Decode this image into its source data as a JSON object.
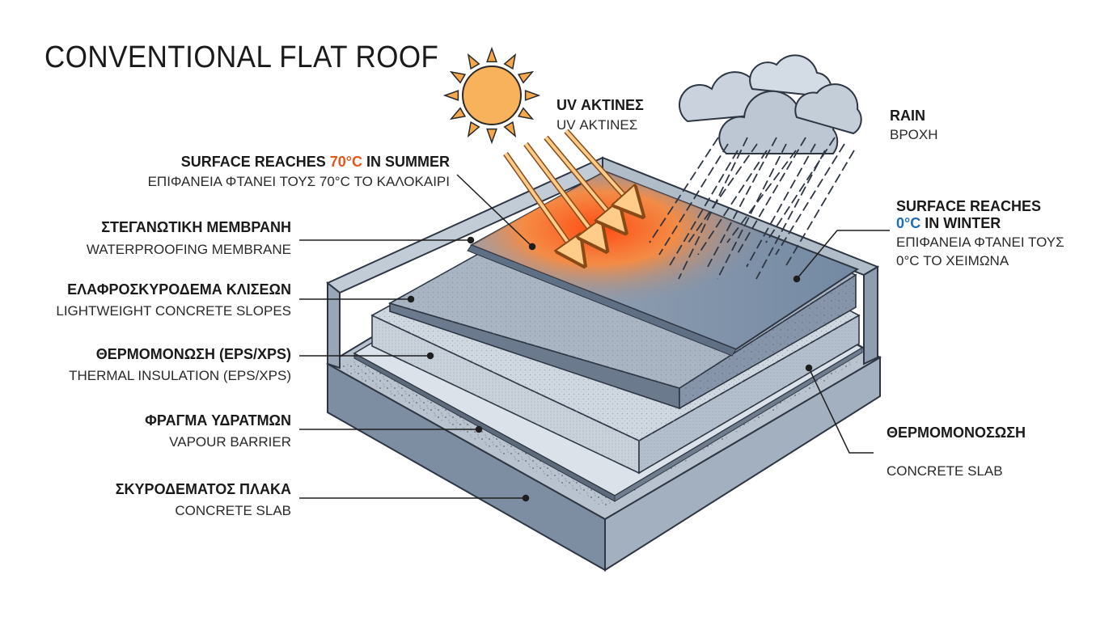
{
  "title": "CONVENTIONAL FLAT ROOF",
  "uv": {
    "line1": "UV ΑΚΤΙΝΕΣ",
    "line2": "UV ΑΚΤΙΝΕΣ"
  },
  "rain": {
    "line1": "RAIN",
    "line2": "ΒΡΟΧΗ"
  },
  "summer": {
    "prefix": "SURFACE REACHES ",
    "temp": "70°C",
    "suffix": " IN SUMMER",
    "greek": "ΕΠΙΦΑΝΕΙΑ ΦΤΑΝΕΙ ΤΟΥΣ 70°C ΤΟ ΚΑΛΟΚΑΙΡΙ"
  },
  "winter": {
    "line1": "SURFACE REACHES",
    "temp": "0°C",
    "suffix": " IN WINTER",
    "greek1": "ΕΠΙΦΑΝΕΙΑ ΦΤΑΝΕΙ ΤΟΥΣ",
    "greek2": "0°C ΤΟ ΧΕΙΜΩΝΑ"
  },
  "layers": [
    {
      "greek": "ΣΤΕΓΑΝΩΤΙΚΗ ΜΕΜΒΡΑΝΗ",
      "english": "WATERPROOFING MEMBRANE"
    },
    {
      "greek": "ΕΛΑΦΡΟΣΚΥΡΟΔΕΜΑ ΚΛΙΣΕΩΝ",
      "english": "LIGHTWEIGHT CONCRETE SLOPES"
    },
    {
      "greek": "ΘΕΡΜΟΜΟΝΩΣΗ (EPS/XPS)",
      "english": "THERMAL INSULATION (EPS/XPS)"
    },
    {
      "greek": "ΦΡΑΓΜΑ ΥΔΡΑΤΜΩΝ",
      "english": "VAPOUR BARRIER"
    },
    {
      "greek": "ΣΚΥΡΟΔΕΜΑΤΟΣ ΠΛΑΚΑ",
      "english": "CONCRETE SLAB"
    }
  ],
  "right_label": {
    "greek": "ΘΕΡΜΟΜΟΝΟΣΩΣΗ",
    "english": "CONCRETE SLAB"
  },
  "colors": {
    "hot": "#e2571c",
    "cold": "#1f6db3",
    "concrete": "#8a9aae",
    "membrane": "#7d8ea5"
  }
}
